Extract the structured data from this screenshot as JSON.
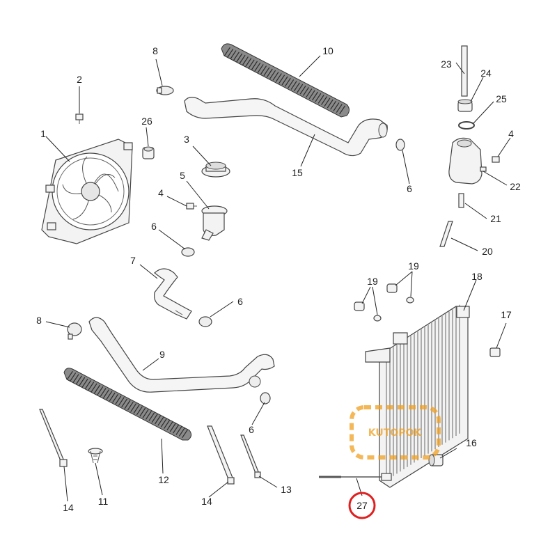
{
  "diagram": {
    "callouts": [
      {
        "id": "c1",
        "label": "1"
      },
      {
        "id": "c2",
        "label": "2"
      },
      {
        "id": "c3",
        "label": "3"
      },
      {
        "id": "c4a",
        "label": "4"
      },
      {
        "id": "c4b",
        "label": "4"
      },
      {
        "id": "c5",
        "label": "5"
      },
      {
        "id": "c6a",
        "label": "6"
      },
      {
        "id": "c6b",
        "label": "6"
      },
      {
        "id": "c6c",
        "label": "6"
      },
      {
        "id": "c6d",
        "label": "6"
      },
      {
        "id": "c7",
        "label": "7"
      },
      {
        "id": "c8a",
        "label": "8"
      },
      {
        "id": "c8b",
        "label": "8"
      },
      {
        "id": "c9",
        "label": "9"
      },
      {
        "id": "c10",
        "label": "10"
      },
      {
        "id": "c11",
        "label": "11"
      },
      {
        "id": "c12",
        "label": "12"
      },
      {
        "id": "c13",
        "label": "13"
      },
      {
        "id": "c14a",
        "label": "14"
      },
      {
        "id": "c14b",
        "label": "14"
      },
      {
        "id": "c15",
        "label": "15"
      },
      {
        "id": "c16",
        "label": "16"
      },
      {
        "id": "c17",
        "label": "17"
      },
      {
        "id": "c18",
        "label": "18"
      },
      {
        "id": "c19a",
        "label": "19"
      },
      {
        "id": "c19b",
        "label": "19"
      },
      {
        "id": "c20",
        "label": "20"
      },
      {
        "id": "c21",
        "label": "21"
      },
      {
        "id": "c22",
        "label": "22"
      },
      {
        "id": "c23",
        "label": "23"
      },
      {
        "id": "c24",
        "label": "24"
      },
      {
        "id": "c25",
        "label": "25"
      },
      {
        "id": "c26",
        "label": "26"
      },
      {
        "id": "c27",
        "label": "27"
      }
    ],
    "highlighted_part": "27",
    "highlight_color": "#e02020"
  },
  "watermark": {
    "text": "KUTOPOK",
    "color": "#f0a020"
  }
}
